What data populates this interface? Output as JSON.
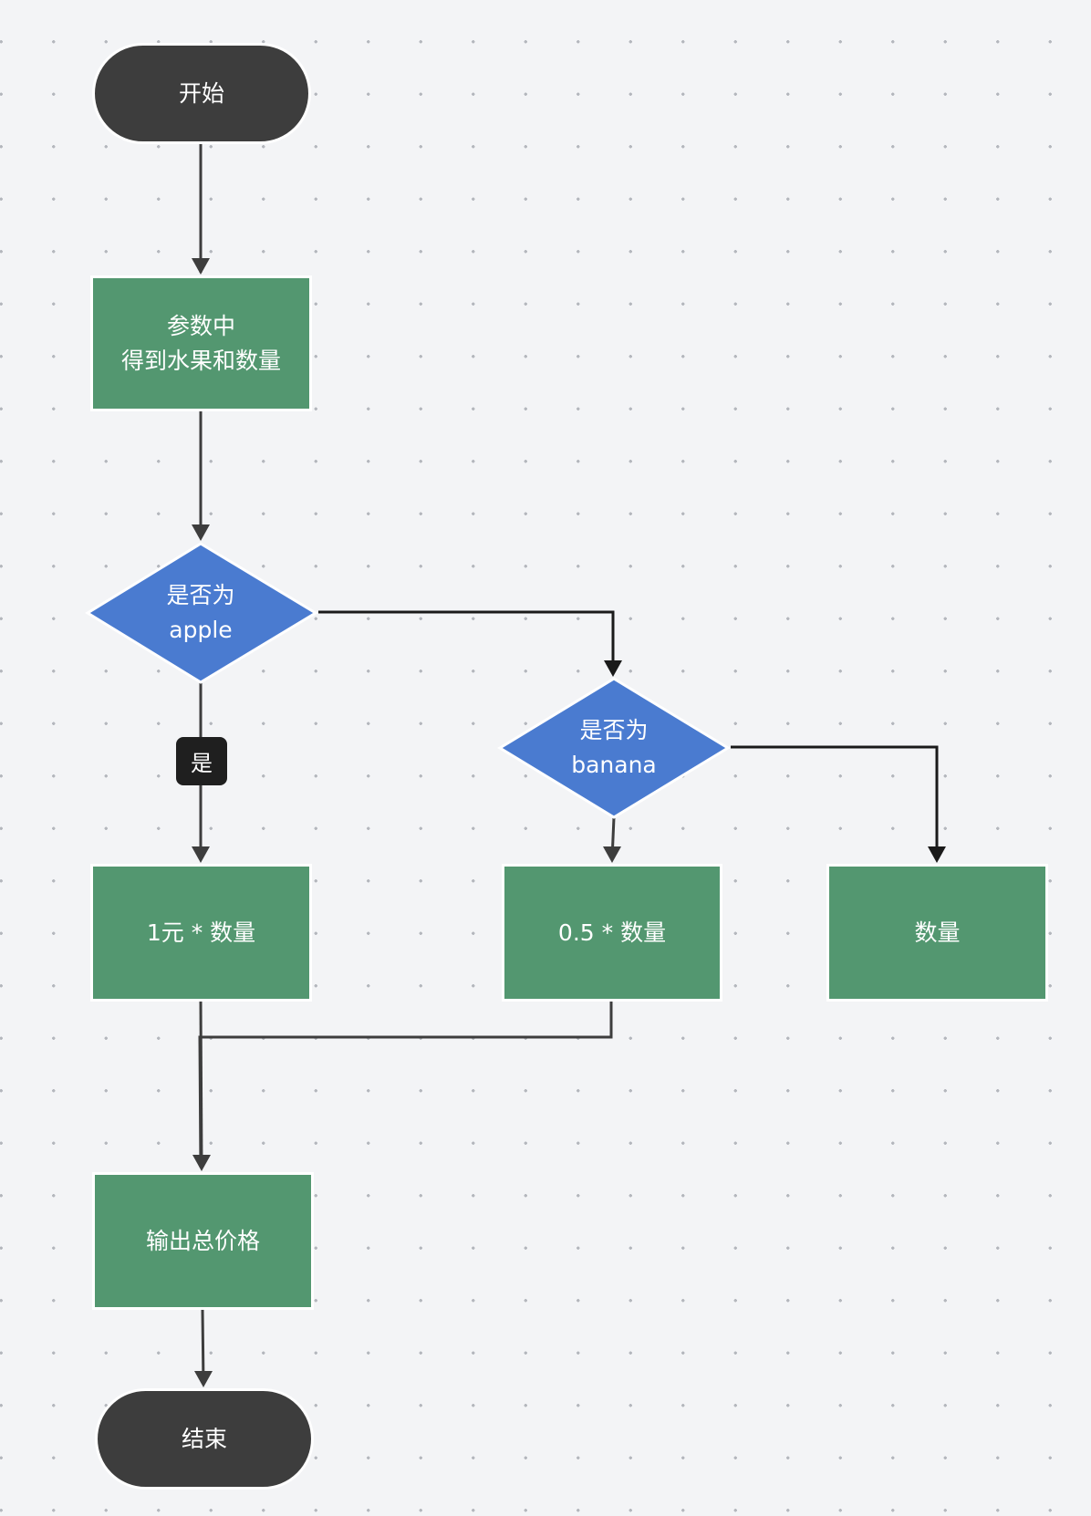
{
  "diagram": {
    "nodes": {
      "start": {
        "label": "开始"
      },
      "get_params": {
        "line1": "参数中",
        "line2": "得到水果和数量"
      },
      "is_apple": {
        "line1": "是否为",
        "line2": "apple"
      },
      "is_banana": {
        "line1": "是否为",
        "line2": "banana"
      },
      "apple_price": {
        "label": "1元 * 数量"
      },
      "banana_price": {
        "label": "0.5 * 数量"
      },
      "other_price": {
        "label": "数量"
      },
      "output": {
        "label": "输出总价格"
      },
      "end": {
        "label": "结束"
      }
    },
    "edge_labels": {
      "apple_yes": "是"
    }
  },
  "colors": {
    "background": "#f3f4f6",
    "terminal_fill": "#3d3d3d",
    "process_fill": "#539770",
    "decision_fill": "#4a7bd0",
    "connector": "#3d3d3d",
    "node_border": "#ffffff",
    "edge_label_fill": "#1f1f1f"
  }
}
